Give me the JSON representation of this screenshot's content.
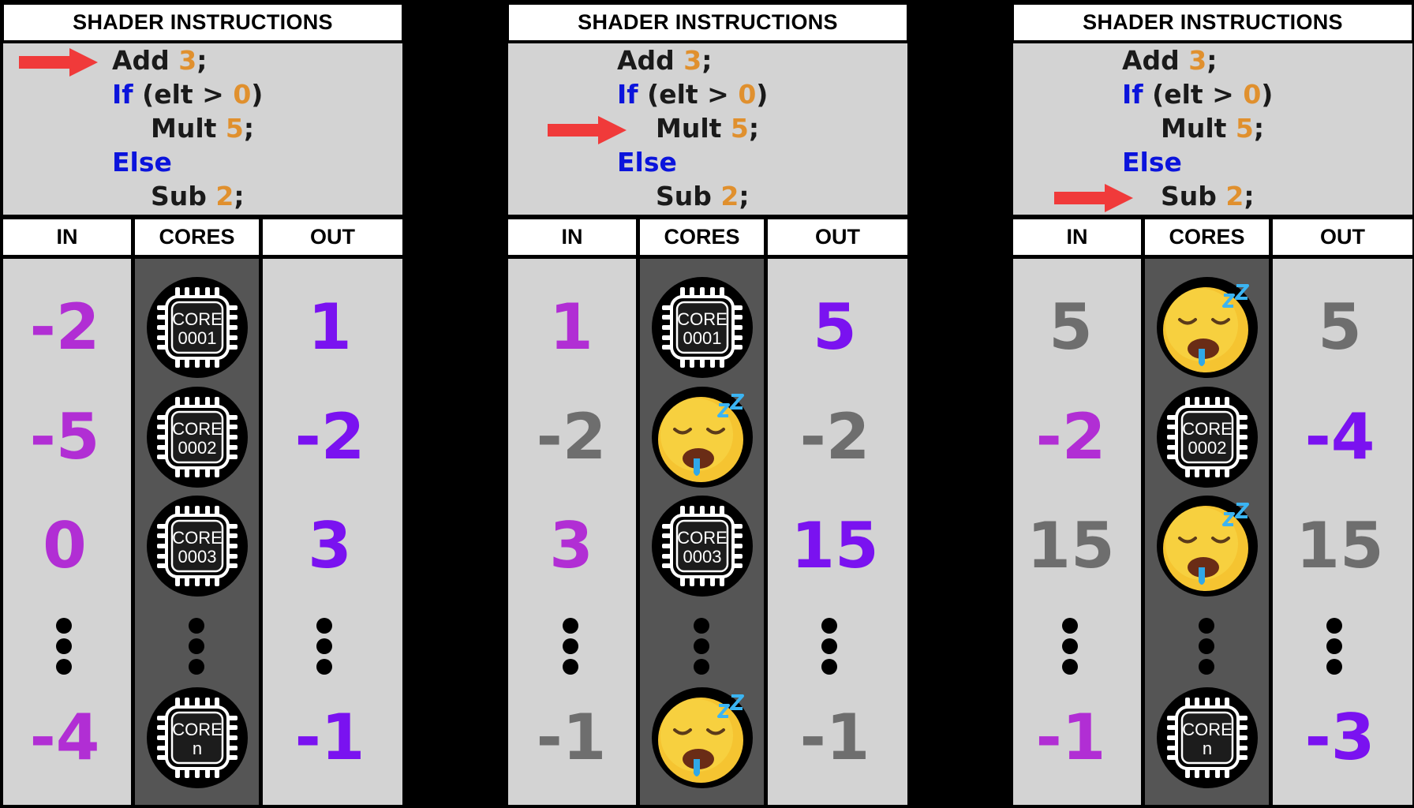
{
  "header_title": "SHADER INSTRUCTIONS",
  "code": {
    "line1": {
      "op": "Add ",
      "num": "3",
      "end": ";"
    },
    "line2": {
      "kw": "If",
      "a": " (elt > ",
      "num": "0",
      "b": ")"
    },
    "line3": {
      "op": "Mult ",
      "num": "5",
      "end": ";"
    },
    "line4": {
      "kw": "Else"
    },
    "line5": {
      "op": "Sub ",
      "num": "2",
      "end": ";"
    }
  },
  "columns": {
    "in": "IN",
    "cores": "CORES",
    "out": "OUT"
  },
  "colors": {
    "in_active": "#b12ed4",
    "out_active": "#7a12f0",
    "idle": "#6e6e6e",
    "arrow": "#f03a3a",
    "keyword": "#0b14dc",
    "number": "#e0902e"
  },
  "panels": [
    {
      "arrow_line": 1,
      "rows": [
        {
          "in": "-2",
          "core": "CORE 0001",
          "out": "1",
          "sleep": false
        },
        {
          "in": "-5",
          "core": "CORE 0002",
          "out": "-2",
          "sleep": false
        },
        {
          "in": "0",
          "core": "CORE 0003",
          "out": "3",
          "sleep": false
        },
        {
          "in": "-4",
          "core": "CORE n",
          "out": "-1",
          "sleep": false
        }
      ]
    },
    {
      "arrow_line": 3,
      "rows": [
        {
          "in": "1",
          "core": "CORE 0001",
          "out": "5",
          "sleep": false
        },
        {
          "in": "-2",
          "core": "sleeping-face",
          "out": "-2",
          "sleep": true
        },
        {
          "in": "3",
          "core": "CORE 0003",
          "out": "15",
          "sleep": false
        },
        {
          "in": "-1",
          "core": "sleeping-face",
          "out": "-1",
          "sleep": true
        }
      ]
    },
    {
      "arrow_line": 5,
      "rows": [
        {
          "in": "5",
          "core": "sleeping-face",
          "out": "5",
          "sleep": true
        },
        {
          "in": "-2",
          "core": "CORE 0002",
          "out": "-4",
          "sleep": false
        },
        {
          "in": "15",
          "core": "sleeping-face",
          "out": "15",
          "sleep": true
        },
        {
          "in": "-1",
          "core": "CORE n",
          "out": "-3",
          "sleep": false
        }
      ]
    }
  ],
  "core_labels": {
    "c1_top": "CORE",
    "c1_bot": "0001",
    "c2_top": "CORE",
    "c2_bot": "0002",
    "c3_top": "CORE",
    "c3_bot": "0003",
    "cn_top": "CORE",
    "cn_bot": "n"
  }
}
